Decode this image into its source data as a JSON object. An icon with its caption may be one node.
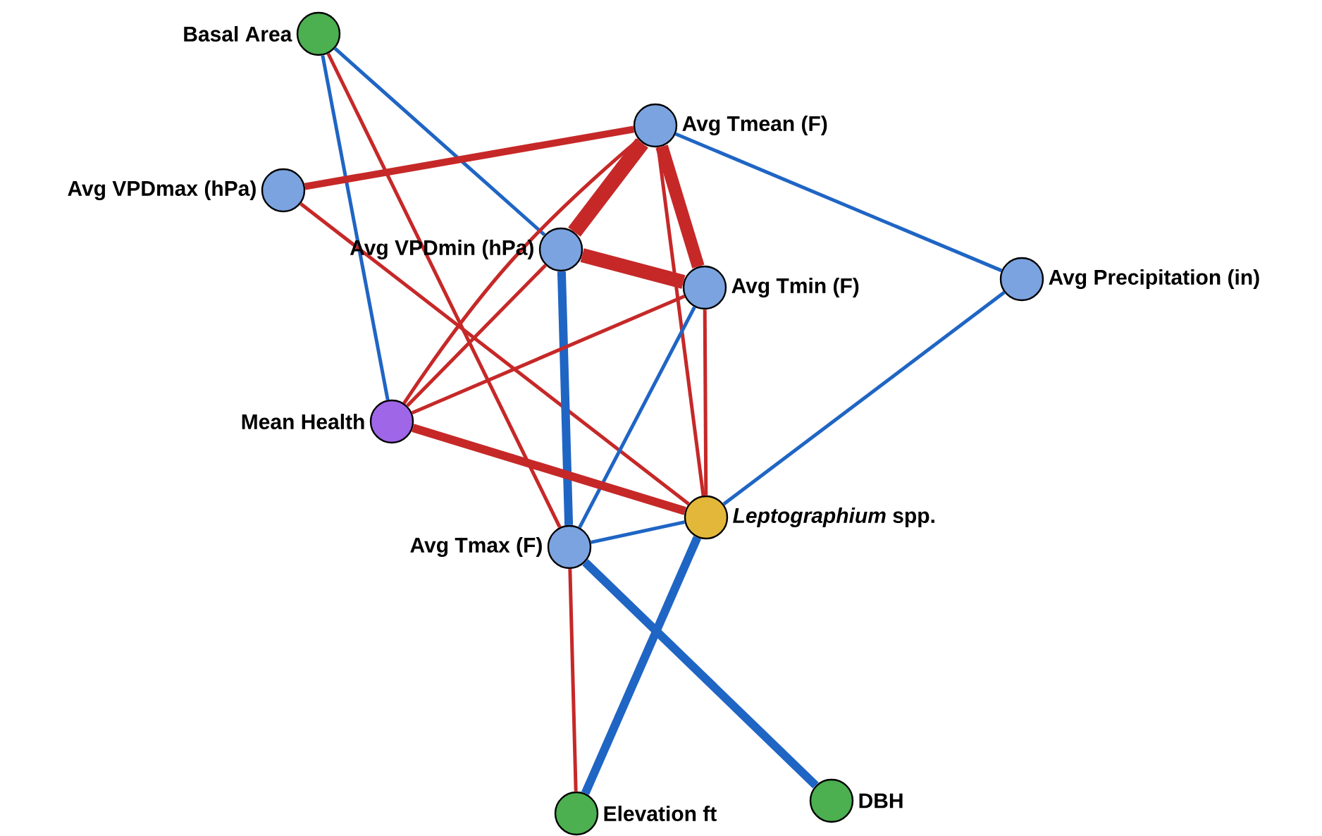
{
  "diagram": {
    "nodes": [
      {
        "text": [],
        "shape": "circle",
        "beside": [
          "Basal Area"
        ]
      },
      {
        "text": [],
        "shape": "circle",
        "beside": [
          "Avg Tmean (F)"
        ]
      },
      {
        "text": [],
        "shape": "circle",
        "beside": [
          "Avg VPDmax (hPa)"
        ]
      },
      {
        "text": [],
        "shape": "circle",
        "beside": [
          "Avg VPDmin (hPa)"
        ]
      },
      {
        "text": [],
        "shape": "circle",
        "beside": [
          "Avg Tmin (F)"
        ]
      },
      {
        "text": [],
        "shape": "circle",
        "beside": [
          "Avg Precipitation (in)"
        ]
      },
      {
        "text": [],
        "shape": "circle",
        "beside": [
          "Mean Health"
        ]
      },
      {
        "text": [],
        "shape": "circle",
        "beside": [
          "*Leptographium* spp."
        ]
      },
      {
        "text": [],
        "shape": "circle",
        "beside": [
          "Avg Tmax (F)"
        ]
      },
      {
        "text": [],
        "shape": "circle",
        "beside": [
          "Elevation ft"
        ]
      },
      {
        "text": [],
        "shape": "circle",
        "beside": [
          "DBH"
        ]
      }
    ],
    "edges": [
      {
        "from": 0,
        "to": 3,
        "arrow": "none",
        "color": "#1f65c4"
      },
      {
        "from": 0,
        "to": 6,
        "arrow": "none",
        "color": "#1f65c4"
      },
      {
        "from": 0,
        "to": 8,
        "arrow": "none"
      },
      {
        "from": 1,
        "to": 2,
        "arrow": "none",
        "style": "thick"
      },
      {
        "from": 1,
        "to": 3,
        "arrow": "none",
        "style": "thick"
      },
      {
        "from": 1,
        "to": 4,
        "arrow": "none",
        "style": "thick"
      },
      {
        "from": 1,
        "to": 7,
        "arrow": "none"
      },
      {
        "from": 1,
        "to": 6,
        "arrow": "none"
      },
      {
        "from": 1,
        "to": 5,
        "arrow": "none",
        "color": "#1f65c4"
      },
      {
        "from": 2,
        "to": 7,
        "arrow": "none"
      },
      {
        "from": 3,
        "to": 4,
        "arrow": "none",
        "style": "thick"
      },
      {
        "from": 3,
        "to": 6,
        "arrow": "none"
      },
      {
        "from": 3,
        "to": 8,
        "arrow": "none",
        "style": "thick",
        "color": "#1f65c4"
      },
      {
        "from": 4,
        "to": 6,
        "arrow": "none"
      },
      {
        "from": 4,
        "to": 7,
        "arrow": "none"
      },
      {
        "from": 4,
        "to": 8,
        "arrow": "none",
        "color": "#1f65c4"
      },
      {
        "from": 5,
        "to": 7,
        "arrow": "none",
        "color": "#1f65c4"
      },
      {
        "from": 6,
        "to": 7,
        "arrow": "none",
        "style": "thick"
      },
      {
        "from": 7,
        "to": 8,
        "arrow": "none",
        "color": "#1f65c4"
      },
      {
        "from": 7,
        "to": 9,
        "arrow": "none",
        "style": "thick",
        "color": "#1f65c4"
      },
      {
        "from": 8,
        "to": 9,
        "arrow": "none"
      },
      {
        "from": 8,
        "to": 10,
        "arrow": "none",
        "style": "thick",
        "color": "#1f65c4"
      }
    ]
  }
}
